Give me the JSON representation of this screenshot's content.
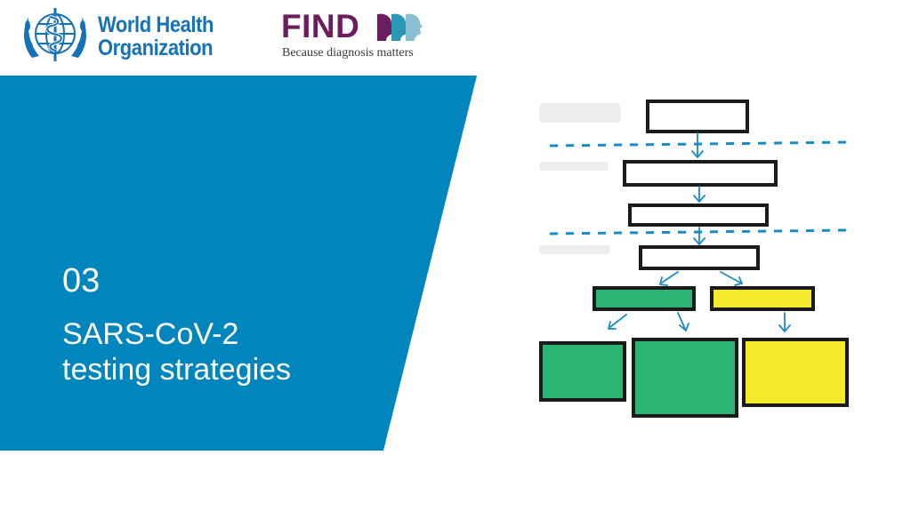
{
  "header": {
    "who_logo": {
      "line1": "World Health",
      "line2": "Organization",
      "color": "#1572b6",
      "icon": "who-emblem-icon"
    },
    "find_logo": {
      "wordmark": "FIND",
      "tagline": "Because diagnosis matters",
      "color": "#6b1d5e",
      "icon": "find-heads-icon"
    }
  },
  "section": {
    "number": "03",
    "title_line1": "SARS-CoV-2",
    "title_line2": "testing strategies",
    "background_color": "#0085bd"
  },
  "illustration": {
    "icon": "flowchart-icon",
    "colors": {
      "green": "#2bb573",
      "yellow": "#f4e92a",
      "dash": "#1a8cc0",
      "outline": "#1a1a1a"
    }
  }
}
